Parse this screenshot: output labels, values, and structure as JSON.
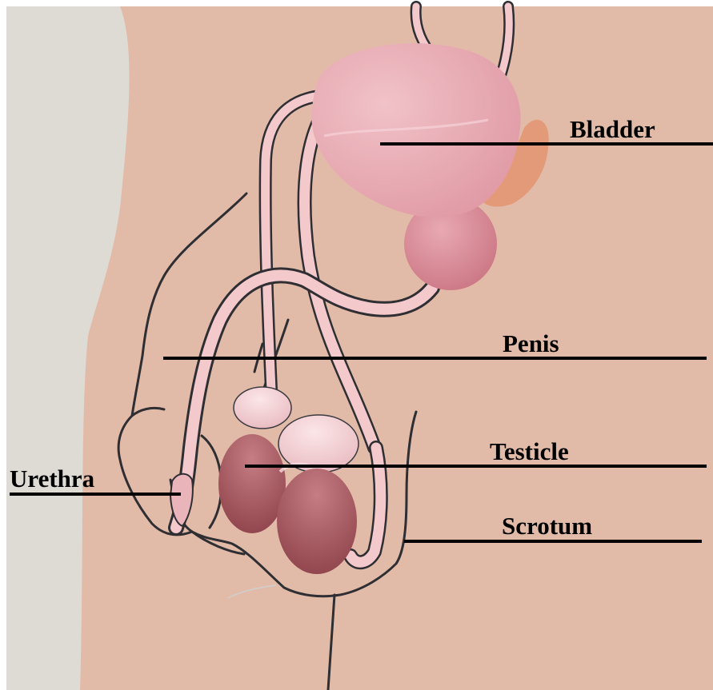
{
  "labels": {
    "bladder": "Bladder",
    "penis": "Penis",
    "testicle": "Testicle",
    "urethra": "Urethra",
    "scrotum": "Scrotum"
  },
  "colors": {
    "background_skin": "#e2bba8",
    "left_panel": "#dedbd5",
    "bladder": "#e7a6b0",
    "prostate": "#d78290",
    "seminal_vesicle": "#e39a78",
    "testis_outer": "#9a4d55",
    "testis_inner": "#b0656b",
    "epididymis": "#f0d0d4",
    "duct": "#f3c9cc",
    "outline": "#2e2e33",
    "leader_line": "#000000"
  }
}
